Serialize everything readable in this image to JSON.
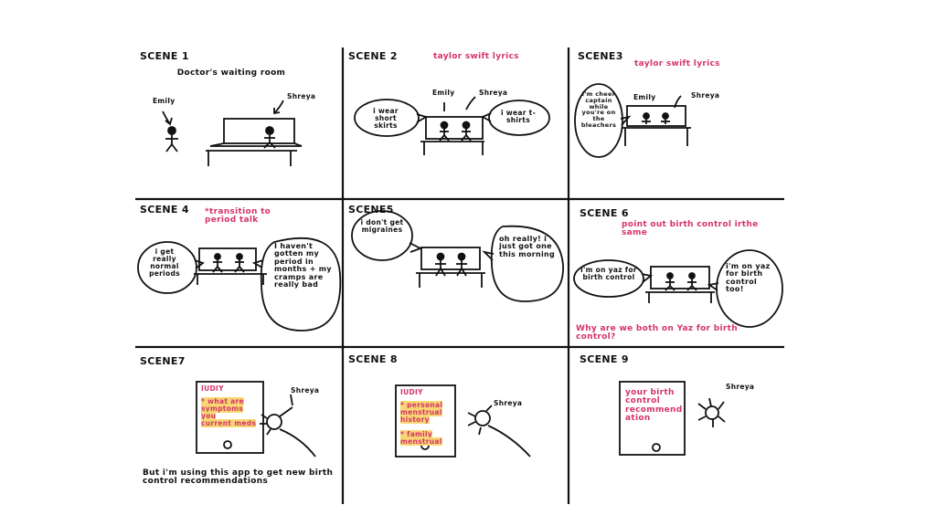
{
  "scenes": [
    {
      "title": "SCENE 1",
      "setting": "Doctor's waiting room",
      "labels": [
        "Emily",
        "Shreya"
      ]
    },
    {
      "title": "SCENE 2",
      "note": "taylor swift lyrics",
      "labels": [
        "Emily",
        "Shreya"
      ],
      "bubbles": [
        "i wear short skirts",
        "i wear t-shirts"
      ]
    },
    {
      "title": "SCENE3",
      "note": "taylor swift lyrics",
      "labels": [
        "Emily",
        "Shreya"
      ],
      "bubbles": [
        "i'm cheer captain while you're on the bleachers"
      ]
    },
    {
      "title": "SCENE 4",
      "note": "*transition to period talk",
      "bubbles": [
        "i get really normal periods",
        "I haven't gotten my period in months + my cramps are really bad"
      ]
    },
    {
      "title": "SCENE5",
      "bubbles": [
        "i don't get migraines",
        "oh really! i just got one this morning"
      ]
    },
    {
      "title": "SCENE 6",
      "note": "point out birth control irthe same",
      "bubbles": [
        "i'm on yaz for birth control",
        "i'm on yaz for birth control too!"
      ],
      "question": "Why are we both on Yaz for birth control?"
    },
    {
      "title": "SCENE7",
      "labels": [
        "Shreya"
      ],
      "phone": {
        "brand": "IUDIY",
        "items": [
          "* what are symptoms you",
          "current meds"
        ]
      },
      "caption": "But i'm using this app to get new birth control recommendations"
    },
    {
      "title": "SCENE 8",
      "labels": [
        "Shreya"
      ],
      "phone": {
        "brand": "IUDIY",
        "items": [
          "* personal menstrual history",
          "* family menstrual"
        ]
      }
    },
    {
      "title": "SCENE 9",
      "labels": [
        "Shreya"
      ],
      "phone": {
        "items": [
          "your birth control recommend ation"
        ]
      }
    }
  ],
  "colors": {
    "ink": "#111111",
    "pink": "#d6336c",
    "highlight": "#f7d774"
  }
}
